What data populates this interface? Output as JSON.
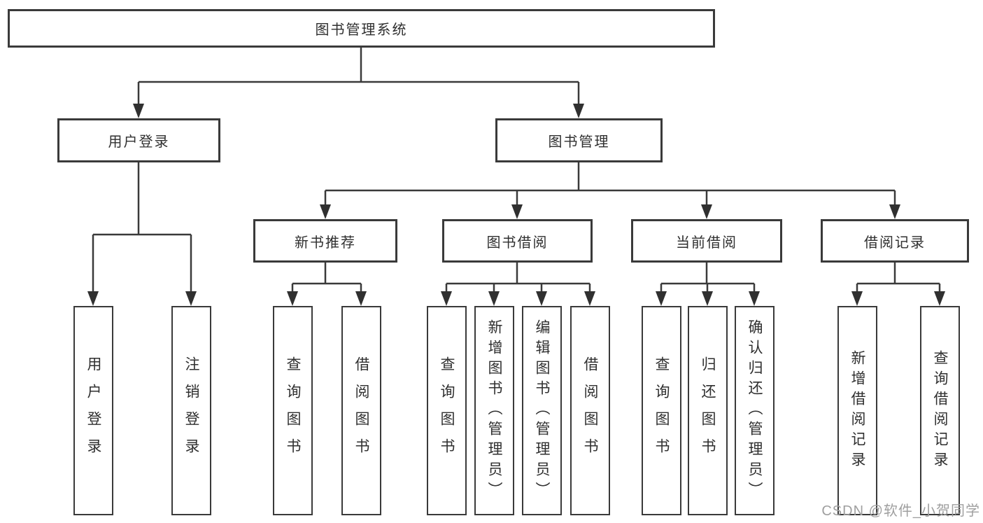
{
  "diagram": {
    "root_label": "图书管理系统",
    "level2": [
      "用户登录",
      "图书管理"
    ],
    "level3": [
      "新书推荐",
      "图书借阅",
      "当前借阅",
      "借阅记录"
    ],
    "leaves": {
      "user_login": [
        "用户登录",
        "注销登录"
      ],
      "new_book_recommend": [
        "查询图书",
        "借阅图书"
      ],
      "book_borrow": [
        "查询图书",
        "新增图书（管理员）",
        "编辑图书（管理员）",
        "借阅图书"
      ],
      "current_borrow": [
        "查询图书",
        "归还图书",
        "确认归还（管理员）"
      ],
      "borrow_records": [
        "新增借阅记录",
        "查询借阅记录"
      ]
    },
    "colors": {
      "line": "#3a3a3a",
      "arrow": "#303030",
      "text": "#2f2f2f",
      "background": "#ffffff",
      "watermark": "#9f9f9f"
    },
    "watermark": "CSDN @软件_小贺同学"
  }
}
